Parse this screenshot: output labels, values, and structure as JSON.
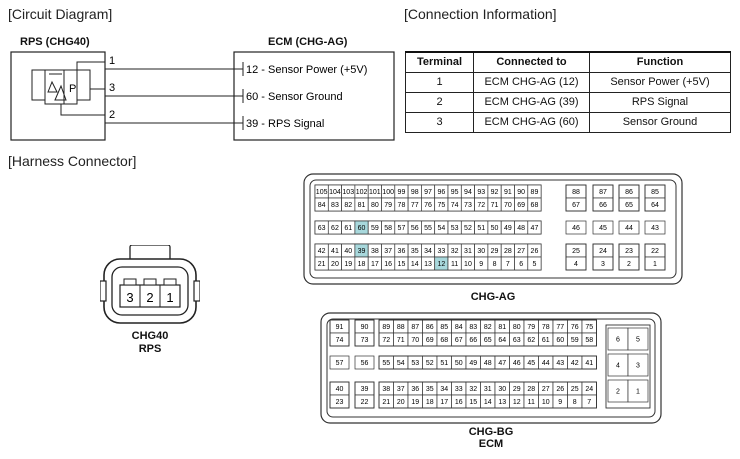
{
  "headings": {
    "circuit": "[Circuit Diagram]",
    "connection": "[Connection Information]",
    "harness": "[Harness Connector]"
  },
  "circuit": {
    "rps_title": "RPS (CHG40)",
    "ecm_title": "ECM (CHG-AG)",
    "sensor_letter": "P",
    "wires": [
      {
        "pin": "1",
        "label": "12 - Sensor Power (+5V)"
      },
      {
        "pin": "3",
        "label": "60 - Sensor Ground"
      },
      {
        "pin": "2",
        "label": "39 - RPS Signal"
      }
    ]
  },
  "connection_table": {
    "headers": [
      "Terminal",
      "Connected to",
      "Function"
    ],
    "rows": [
      [
        "1",
        "ECM CHG-AG (12)",
        "Sensor Power (+5V)"
      ],
      [
        "2",
        "ECM CHG-AG (39)",
        "RPS Signal"
      ],
      [
        "3",
        "ECM CHG-AG (60)",
        "Sensor Ground"
      ]
    ]
  },
  "rps_connector": {
    "pins": [
      "3",
      "2",
      "1"
    ],
    "name": "CHG40",
    "label": "RPS"
  },
  "chg_ag": {
    "name": "CHG-AG",
    "highlight_color": "#a8d8dc",
    "highlighted_pins": [
      "60",
      "39",
      "12"
    ],
    "main_rows": [
      [
        "105",
        "104",
        "103",
        "102",
        "101",
        "100",
        "99",
        "98",
        "97",
        "96",
        "95",
        "94",
        "93",
        "92",
        "91",
        "90",
        "89"
      ],
      [
        "84",
        "83",
        "82",
        "81",
        "80",
        "79",
        "78",
        "77",
        "76",
        "75",
        "74",
        "73",
        "72",
        "71",
        "70",
        "69",
        "68"
      ],
      [
        "63",
        "62",
        "61",
        "60",
        "59",
        "58",
        "57",
        "56",
        "55",
        "54",
        "53",
        "52",
        "51",
        "50",
        "49",
        "48",
        "47"
      ],
      [
        "42",
        "41",
        "40",
        "39",
        "38",
        "37",
        "36",
        "35",
        "34",
        "33",
        "32",
        "31",
        "30",
        "29",
        "28",
        "27",
        "26"
      ],
      [
        "21",
        "20",
        "19",
        "18",
        "17",
        "16",
        "15",
        "14",
        "13",
        "12",
        "11",
        "10",
        "9",
        "8",
        "7",
        "6",
        "5"
      ]
    ],
    "right_cols": [
      [
        "88",
        "67",
        "46",
        "25",
        "4"
      ],
      [
        "87",
        "66",
        "45",
        "24",
        "3"
      ],
      [
        "86",
        "65",
        "44",
        "23",
        "2"
      ],
      [
        "85",
        "64",
        "43",
        "22",
        "1"
      ]
    ]
  },
  "chg_bg": {
    "name": "CHG-BG",
    "label": "ECM",
    "left_cols": [
      [
        "91",
        "74",
        "57",
        "40",
        "23"
      ],
      [
        "90",
        "73",
        "56",
        "39",
        "22"
      ]
    ],
    "main_rows": [
      [
        "89",
        "88",
        "87",
        "86",
        "85",
        "84",
        "83",
        "82",
        "81",
        "80",
        "79",
        "78",
        "77",
        "76",
        "75"
      ],
      [
        "72",
        "71",
        "70",
        "69",
        "68",
        "67",
        "66",
        "65",
        "64",
        "63",
        "62",
        "61",
        "60",
        "59",
        "58"
      ],
      [
        "55",
        "54",
        "53",
        "52",
        "51",
        "50",
        "49",
        "48",
        "47",
        "46",
        "45",
        "44",
        "43",
        "42",
        "41"
      ],
      [
        "38",
        "37",
        "36",
        "35",
        "34",
        "33",
        "32",
        "31",
        "30",
        "29",
        "28",
        "27",
        "26",
        "25",
        "24"
      ],
      [
        "21",
        "20",
        "19",
        "18",
        "17",
        "16",
        "15",
        "14",
        "13",
        "12",
        "11",
        "10",
        "9",
        "8",
        "7"
      ]
    ],
    "power_pins": [
      [
        "6",
        "5"
      ],
      [
        "4",
        "3"
      ],
      [
        "2",
        "1"
      ]
    ]
  }
}
